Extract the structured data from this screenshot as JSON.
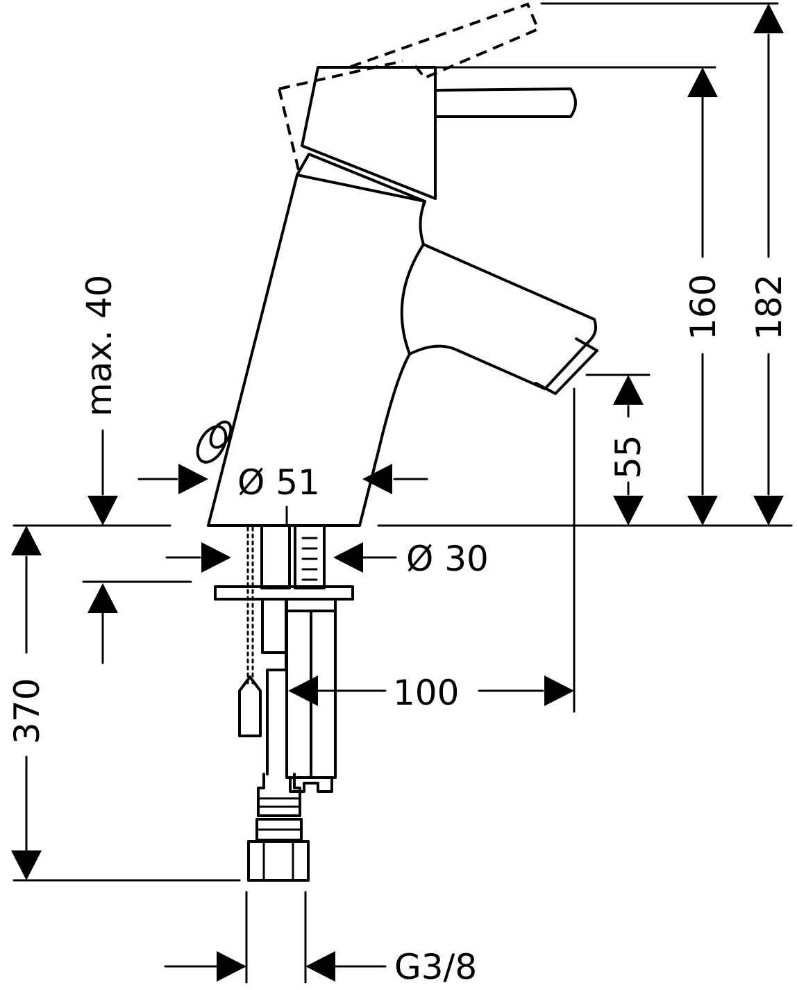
{
  "dimensions": {
    "max_40": "max. 40",
    "dia_51": "Ø 51",
    "dia_30": "Ø 30",
    "d_55": "55",
    "d_160": "160",
    "d_182": "182",
    "d_370": "370",
    "d_100": "100",
    "thread": "G3/8"
  },
  "colors": {
    "ink": "#000000",
    "paper": "#ffffff"
  }
}
